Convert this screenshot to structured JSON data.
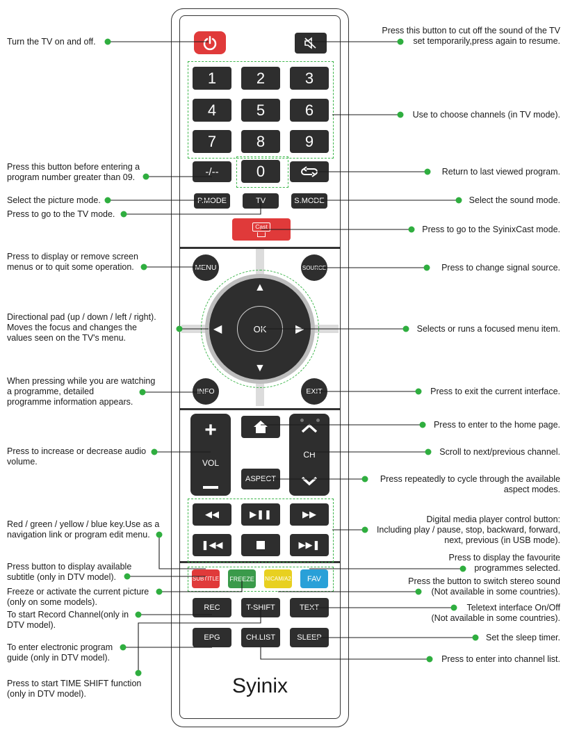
{
  "brand": "Syinix",
  "buttons": {
    "n1": "1",
    "n2": "2",
    "n3": "3",
    "n4": "4",
    "n5": "5",
    "n6": "6",
    "n7": "7",
    "n8": "8",
    "n9": "9",
    "n0": "0",
    "dash": "-/--",
    "pmode": "P.MODE",
    "tv": "TV",
    "smode": "S.MODE",
    "cast": "Cast",
    "menu": "MENU",
    "source": "SOURCE",
    "ok": "OK",
    "info": "INFO",
    "exit": "EXIT",
    "vol": "VOL",
    "ch": "CH",
    "aspect": "ASPECT",
    "subtitle": "SUBTITLE",
    "freeze": "FREEZE",
    "nicam": "NICAM/A2",
    "fav": "FAV",
    "rec": "REC",
    "tshift": "T-SHIFT",
    "text": "TEXT",
    "epg": "EPG",
    "chlist": "CH.LIST",
    "sleep": "SLEEP"
  },
  "colors": {
    "power": "#e03a3a",
    "cast": "#e03a3a",
    "subtitle": "#e03a3a",
    "freeze": "#3a9a4a",
    "nicam": "#e8d020",
    "fav": "#29a0d8",
    "callout": "#2fae3f",
    "button": "#2e2e2e"
  },
  "left_labels": {
    "power": "Turn the TV on and off.",
    "dash": "Press this button before entering a\nprogram number greater than 09.",
    "pmode": "Select the picture mode.",
    "tv": "Press to go to the TV mode.",
    "menu": "Press to display or remove screen\nmenus or to quit some operation.",
    "dpad": "Directional pad (up / down / left / right).\nMoves the focus and changes the\nvalues seen on the TV's menu.",
    "info": "When pressing while you are watching\na programme, detailed\nprogramme information appears.",
    "vol": "Press to increase or decrease audio\nvolume.",
    "color": "Red / green / yellow / blue key.Use as a\nnavigation link or program edit menu.",
    "subtitle": "Press button to display available\nsubtitle (only in DTV model).",
    "freeze": "Freeze or activate the current picture\n(only on some models).",
    "rec": "To start Record Channel(only in\nDTV model).",
    "epg": "To enter electronic program\nguide (only in DTV model).",
    "tshift": "Press to start TIME SHIFT function\n(only in DTV model)."
  },
  "right_labels": {
    "mute": "Press this button to cut off the sound of the TV\nset temporarily,press again to resume.",
    "channels": "Use to choose channels (in TV mode).",
    "return": "Return to last viewed program.",
    "smode": "Select the sound mode.",
    "cast": "Press to go to the SyinixCast mode.",
    "source": "Press to change signal source.",
    "ok": "Selects or runs a focused menu item.",
    "exit": "Press to exit the current interface.",
    "home": "Press to enter to the home page.",
    "ch": "Scroll to next/previous channel.",
    "aspect": "Press repeatedly to cycle through the available\naspect modes.",
    "media": "Digital media player control button:\nIncluding play / pause, stop, backward, forward,\nnext, previous (in USB mode).",
    "fav": "Press to display the favourite\nprogrammes selected.",
    "nicam": "Press the button to switch stereo sound\n(Not available in some countries).",
    "text": "Teletext interface On/Off\n(Not available in some countries).",
    "sleep": "Set the sleep timer.",
    "chlist": "Press to enter into channel list."
  }
}
